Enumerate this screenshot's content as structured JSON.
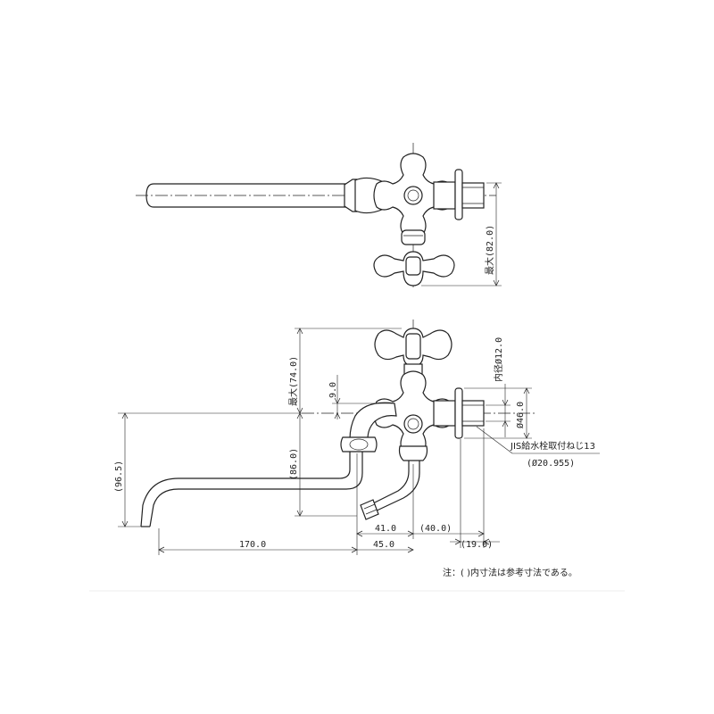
{
  "dimensions": {
    "top_max_height": "最大(82.0)",
    "front_max_height": "最大(74.0)",
    "gap": "9.0",
    "body_height": "(86.0)",
    "overall_height": "(96.5)",
    "spout_length": "170.0",
    "body_width": "45.0",
    "spout_to_center": "41.0",
    "center_to_wall": "(40.0)",
    "thread_length": "(19.0)",
    "inner_diameter": "内径Ø12.0",
    "outer_diameter": "Ø46.0"
  },
  "callout": {
    "thread_spec": "JIS給水栓取付ねじ13",
    "thread_diameter": "(Ø20.955)"
  },
  "note": "注：(  )内寸法は参考寸法である。"
}
